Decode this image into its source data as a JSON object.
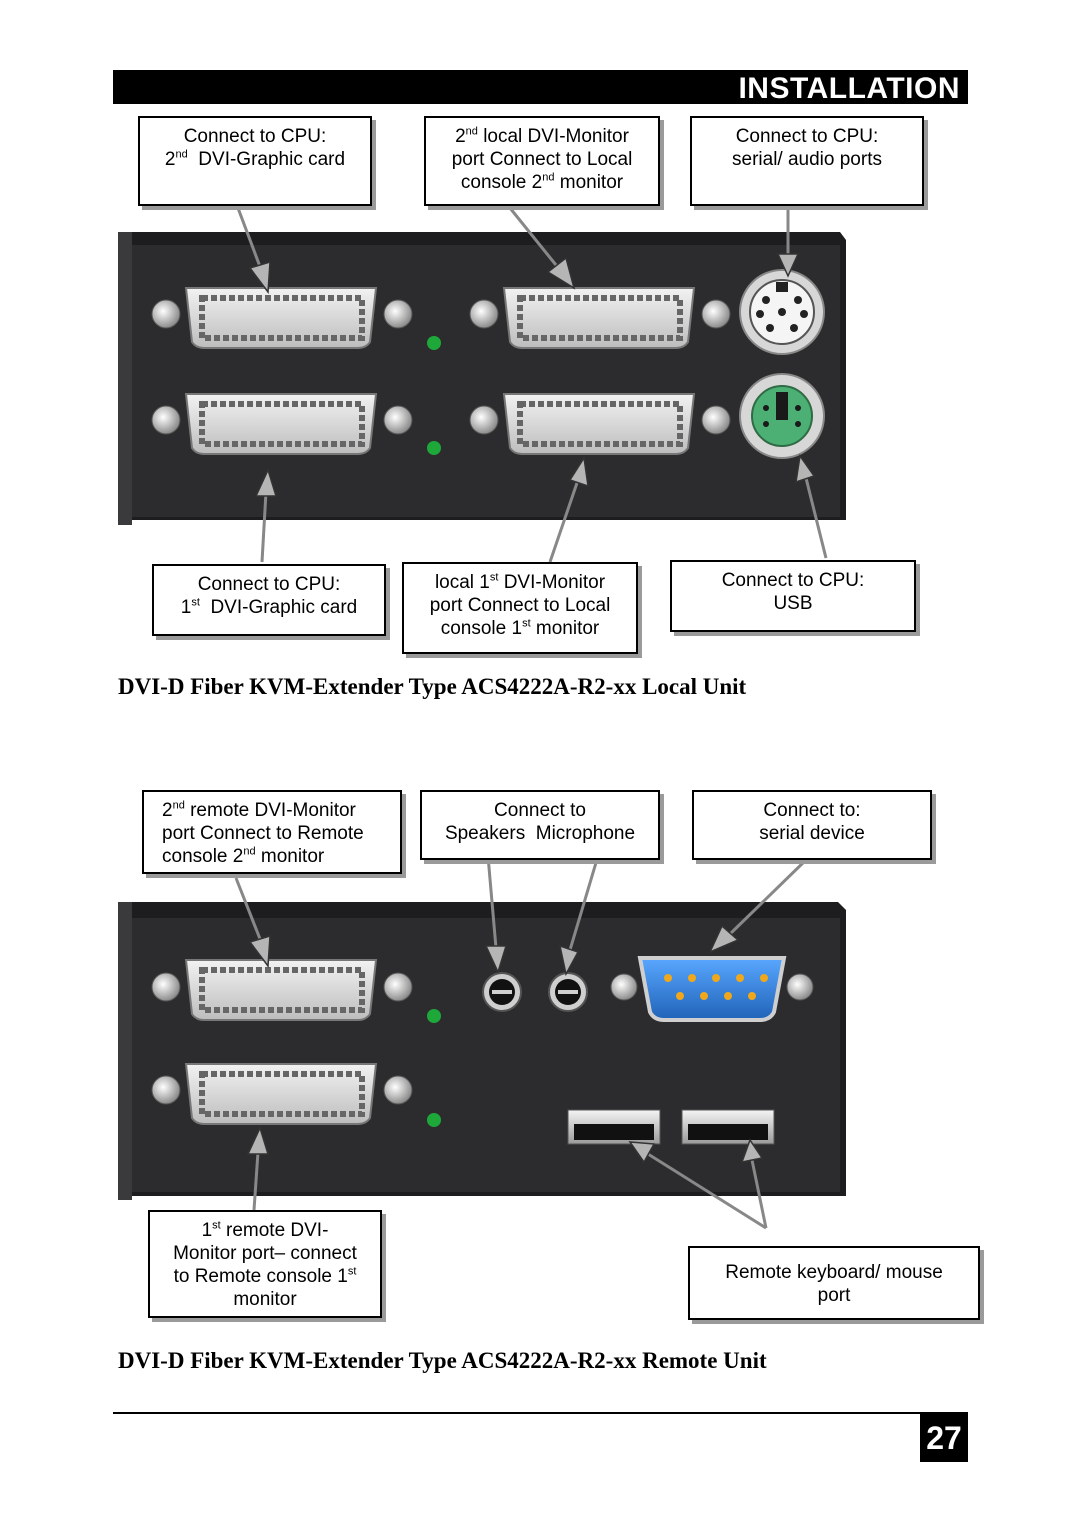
{
  "header": {
    "title": "INSTALLATION"
  },
  "local_unit": {
    "top_callouts": [
      {
        "line1": "Connect to CPU:",
        "ord": "2",
        "sup": "nd",
        "line2": "DVI-Graphic card"
      },
      {
        "ord1": "2",
        "sup1": "nd",
        "line1": "local DVI-Monitor",
        "line2": "port Connect to Local",
        "line3a": "console 2",
        "sup3": "nd",
        "line3b": "monitor"
      },
      {
        "line1": "Connect to CPU:",
        "line2": "serial/ audio ports"
      }
    ],
    "bottom_callouts": [
      {
        "line1": "Connect to CPU:",
        "ord": "1",
        "sup": "st",
        "line2": "DVI-Graphic card"
      },
      {
        "line1a": "local 1",
        "sup1": "st",
        "line1b": "DVI-Monitor",
        "line2": "port Connect to Local",
        "line3a": "console 1",
        "sup3": "st",
        "line3b": "monitor"
      },
      {
        "line1": "Connect to CPU:",
        "line2": "USB"
      }
    ],
    "caption": "DVI-D Fiber KVM-Extender Type ACS4222A-R2-xx Local Unit"
  },
  "remote_unit": {
    "top_callouts": [
      {
        "ord1": "2",
        "sup1": "nd",
        "line1": "remote DVI-Monitor",
        "line2": "port Connect to Remote",
        "line3a": "console 2",
        "sup3": "nd",
        "line3b": "monitor"
      },
      {
        "line1": "Connect to",
        "line2": "Speakers  Microphone"
      },
      {
        "line1": "Connect to:",
        "line2": "serial device"
      }
    ],
    "bottom_callouts": [
      {
        "ord1": "1",
        "sup1": "st",
        "line1": "remote DVI-",
        "line2": "Monitor port– connect",
        "line3a": "to Remote console 1",
        "sup3": "st",
        "line4": "monitor"
      },
      {
        "line1": "Remote keyboard/ mouse",
        "line2": "port"
      }
    ],
    "caption": "DVI-D Fiber KVM-Extender Type ACS4222A-R2-xx Remote Unit"
  },
  "footer": {
    "page_number": "27"
  },
  "colors": {
    "panel": "#2b2b2d",
    "led": "#1fa83a",
    "ps2_green": "#4caf73",
    "serial_blue": "#2f7fd1"
  }
}
